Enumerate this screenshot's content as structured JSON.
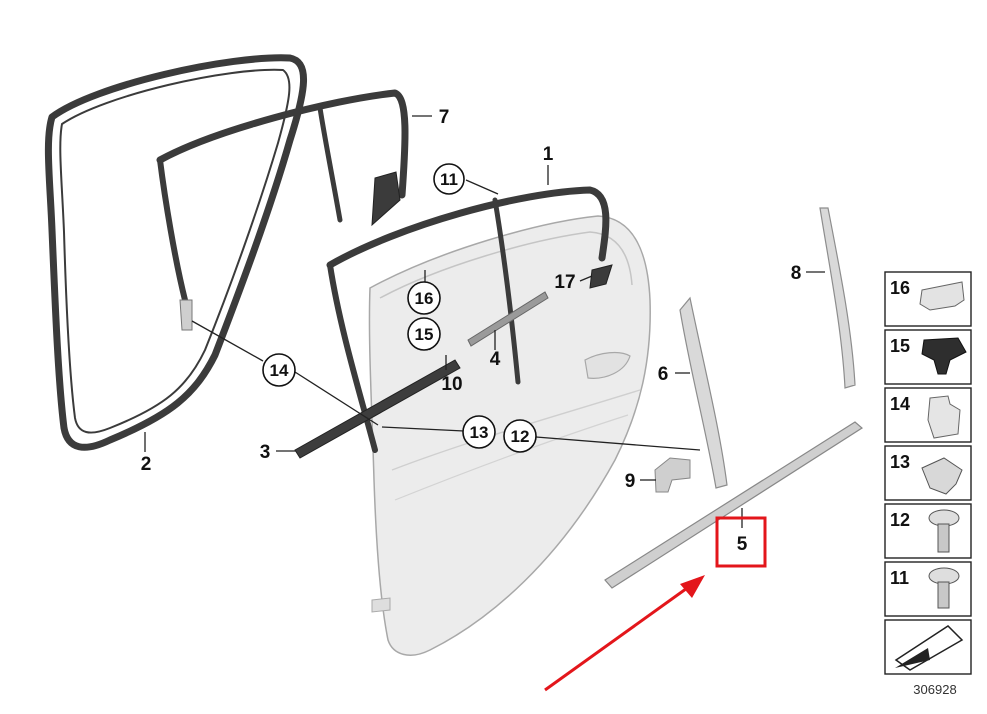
{
  "callouts": {
    "c1": "1",
    "c2": "2",
    "c3": "3",
    "c4": "4",
    "c5": "5",
    "c6": "6",
    "c7": "7",
    "c8": "8",
    "c9": "9",
    "c10": "10",
    "c11": "11",
    "c12": "12",
    "c13": "13",
    "c14": "14",
    "c15": "15",
    "c16": "16",
    "c17": "17"
  },
  "legend": {
    "items": [
      "16",
      "15",
      "14",
      "13",
      "12",
      "11"
    ]
  },
  "reference_number": "306928",
  "highlight": {
    "target": "5",
    "box_color": "#e3161b",
    "arrow_color": "#e3161b"
  },
  "colors": {
    "door": "#ebebeb",
    "seal": "#3b3b3b",
    "trim": "#d9d9d9"
  }
}
